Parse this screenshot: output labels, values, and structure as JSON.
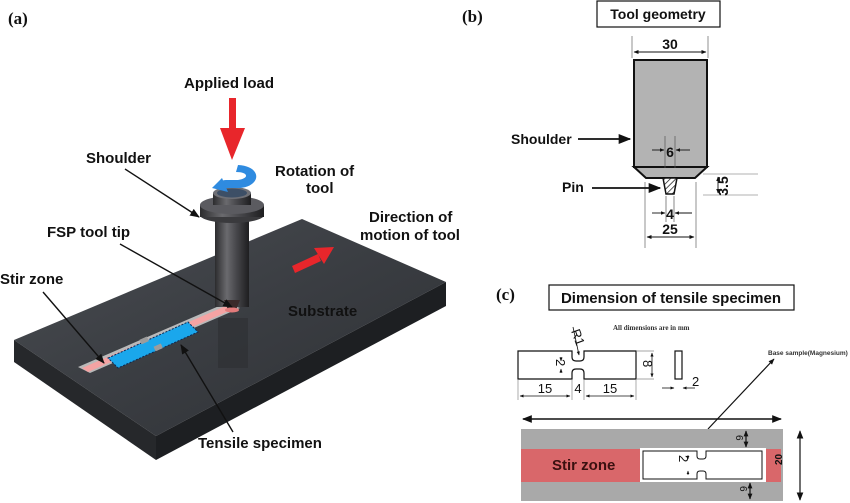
{
  "figure": {
    "panel_a": {
      "label": "(a)",
      "annotations": {
        "applied_load": "Applied load",
        "shoulder": "Shoulder",
        "rotation_line1": "Rotation of",
        "rotation_line2": "tool",
        "fsp_tool_tip": "FSP tool tip",
        "direction_line1": "Direction of",
        "direction_line2": "motion of tool",
        "stir_zone": "Stir zone",
        "substrate": "Substrate",
        "tensile_specimen": "Tensile specimen"
      },
      "colors": {
        "load_arrow": "#e8262b",
        "rotation_arrow": "#2f8be0",
        "substrate": "#3c3f44",
        "stir_zone": "#f4a3a3",
        "specimen": "#1aa7ec"
      }
    },
    "panel_b": {
      "label": "(b)",
      "title": "Tool geometry",
      "shoulder_label": "Shoulder",
      "pin_label": "Pin",
      "dims": {
        "shoulder_diameter": "30",
        "pin_root": "6",
        "pin_length": "3.5",
        "pin_tip": "4",
        "chamfer_base": "25"
      },
      "colors": {
        "tool_body": "#b3b3b3"
      }
    },
    "panel_c": {
      "label": "(c)",
      "title": "Dimension of tensile specimen",
      "note": "All dimensions are in mm",
      "radius": "R1",
      "dims": {
        "gauge_width": "2",
        "overall_width": "8",
        "left_grip": "15",
        "gauge_length": "4",
        "right_grip": "15",
        "thickness": "2",
        "top_margin": "6",
        "bottom_margin": "6",
        "plate_width": "20",
        "inner_gauge": "2"
      },
      "base_sample_label": "Base sample(Magnesium)",
      "stir_zone_label": "Stir zone",
      "colors": {
        "plate": "#a9a9a9",
        "stir_zone": "#d9676a"
      }
    }
  }
}
